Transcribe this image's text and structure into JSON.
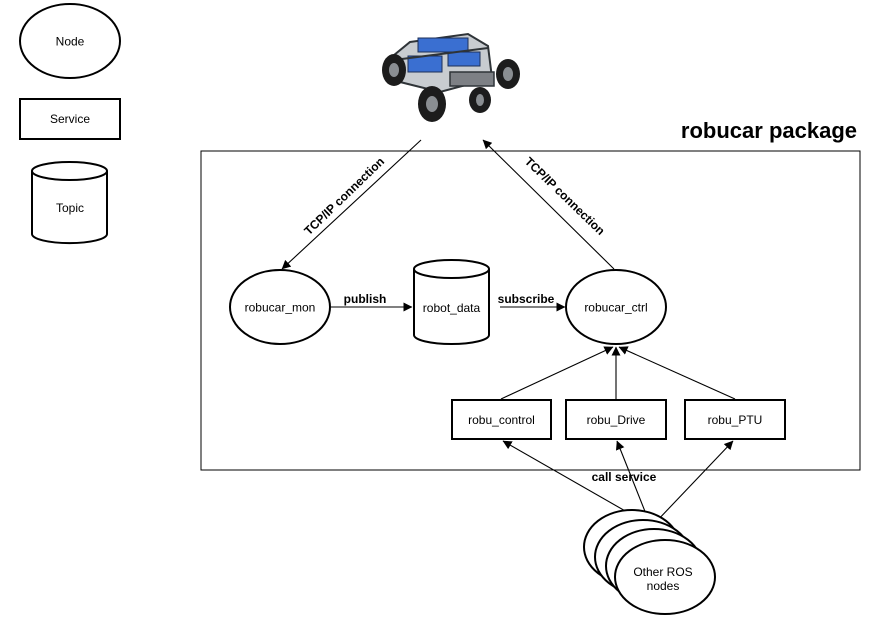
{
  "legend": {
    "node": "Node",
    "service": "Service",
    "topic": "Topic"
  },
  "package_title": "robucar package",
  "nodes": {
    "robucar_mon": "robucar_mon",
    "robucar_ctrl": "robucar_ctrl",
    "other_ros_nodes_line1": "Other ROS",
    "other_ros_nodes_line2": "nodes"
  },
  "topics": {
    "robot_data": "robot_data"
  },
  "services": {
    "robu_control": "robu_control",
    "robu_drive": "robu_Drive",
    "robu_ptu": "robu_PTU"
  },
  "edge_labels": {
    "tcp_left": "TCP/IP connection",
    "tcp_right": "TCP/IP connection",
    "publish": "publish",
    "subscribe": "subscribe",
    "call_service": "call service"
  },
  "robot_image": "robucar-vehicle-photo",
  "colors": {
    "robot_frame": "#2f3438",
    "robot_panel": "#3a6fd1",
    "tire": "#1c1c1c"
  }
}
